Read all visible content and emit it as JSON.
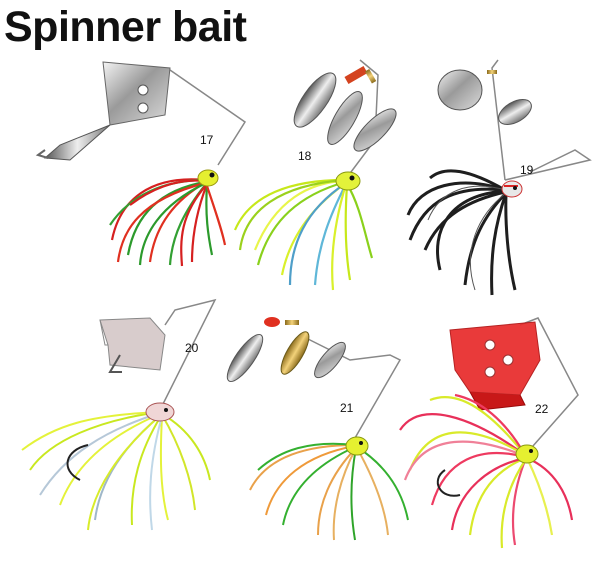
{
  "title": "Spinner bait",
  "lures": [
    {
      "number": "17"
    },
    {
      "number": "18"
    },
    {
      "number": "19"
    },
    {
      "number": "20"
    },
    {
      "number": "21"
    },
    {
      "number": "22"
    }
  ]
}
